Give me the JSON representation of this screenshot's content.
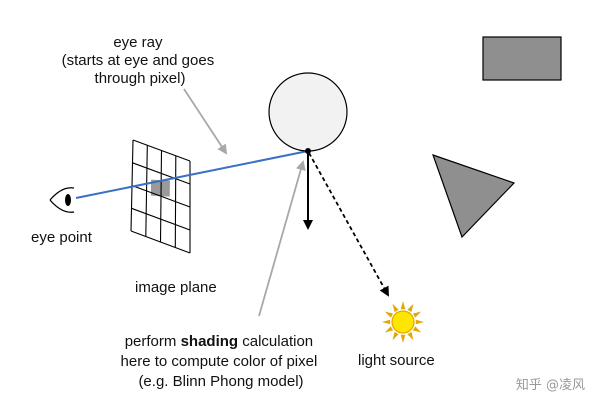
{
  "labels": {
    "eye_ray": [
      "eye ray",
      "(starts at eye and goes",
      "through pixel)"
    ],
    "eye_point": "eye point",
    "image_plane": "image plane",
    "shading_line1_prefix": "perform ",
    "shading_line1_bold": "shading",
    "shading_line1_suffix": " calculation",
    "shading_line2": "here to compute color of pixel",
    "shading_line3": "(e.g. Blinn Phong model)",
    "light_source": "light source"
  },
  "watermark": "知乎 @凌风",
  "icons": {
    "eye": "eye-icon",
    "light": "sun-icon"
  },
  "colors": {
    "ray": "#3a6fc4",
    "pointer": "#a8a8a8",
    "shape_fill": "#8f8f8f",
    "pixel_fill": "#9a9a9a",
    "sun_fill": "#ffe600",
    "sun_rays": "#e0a800",
    "sphere_fill": "#f2f2f2"
  }
}
